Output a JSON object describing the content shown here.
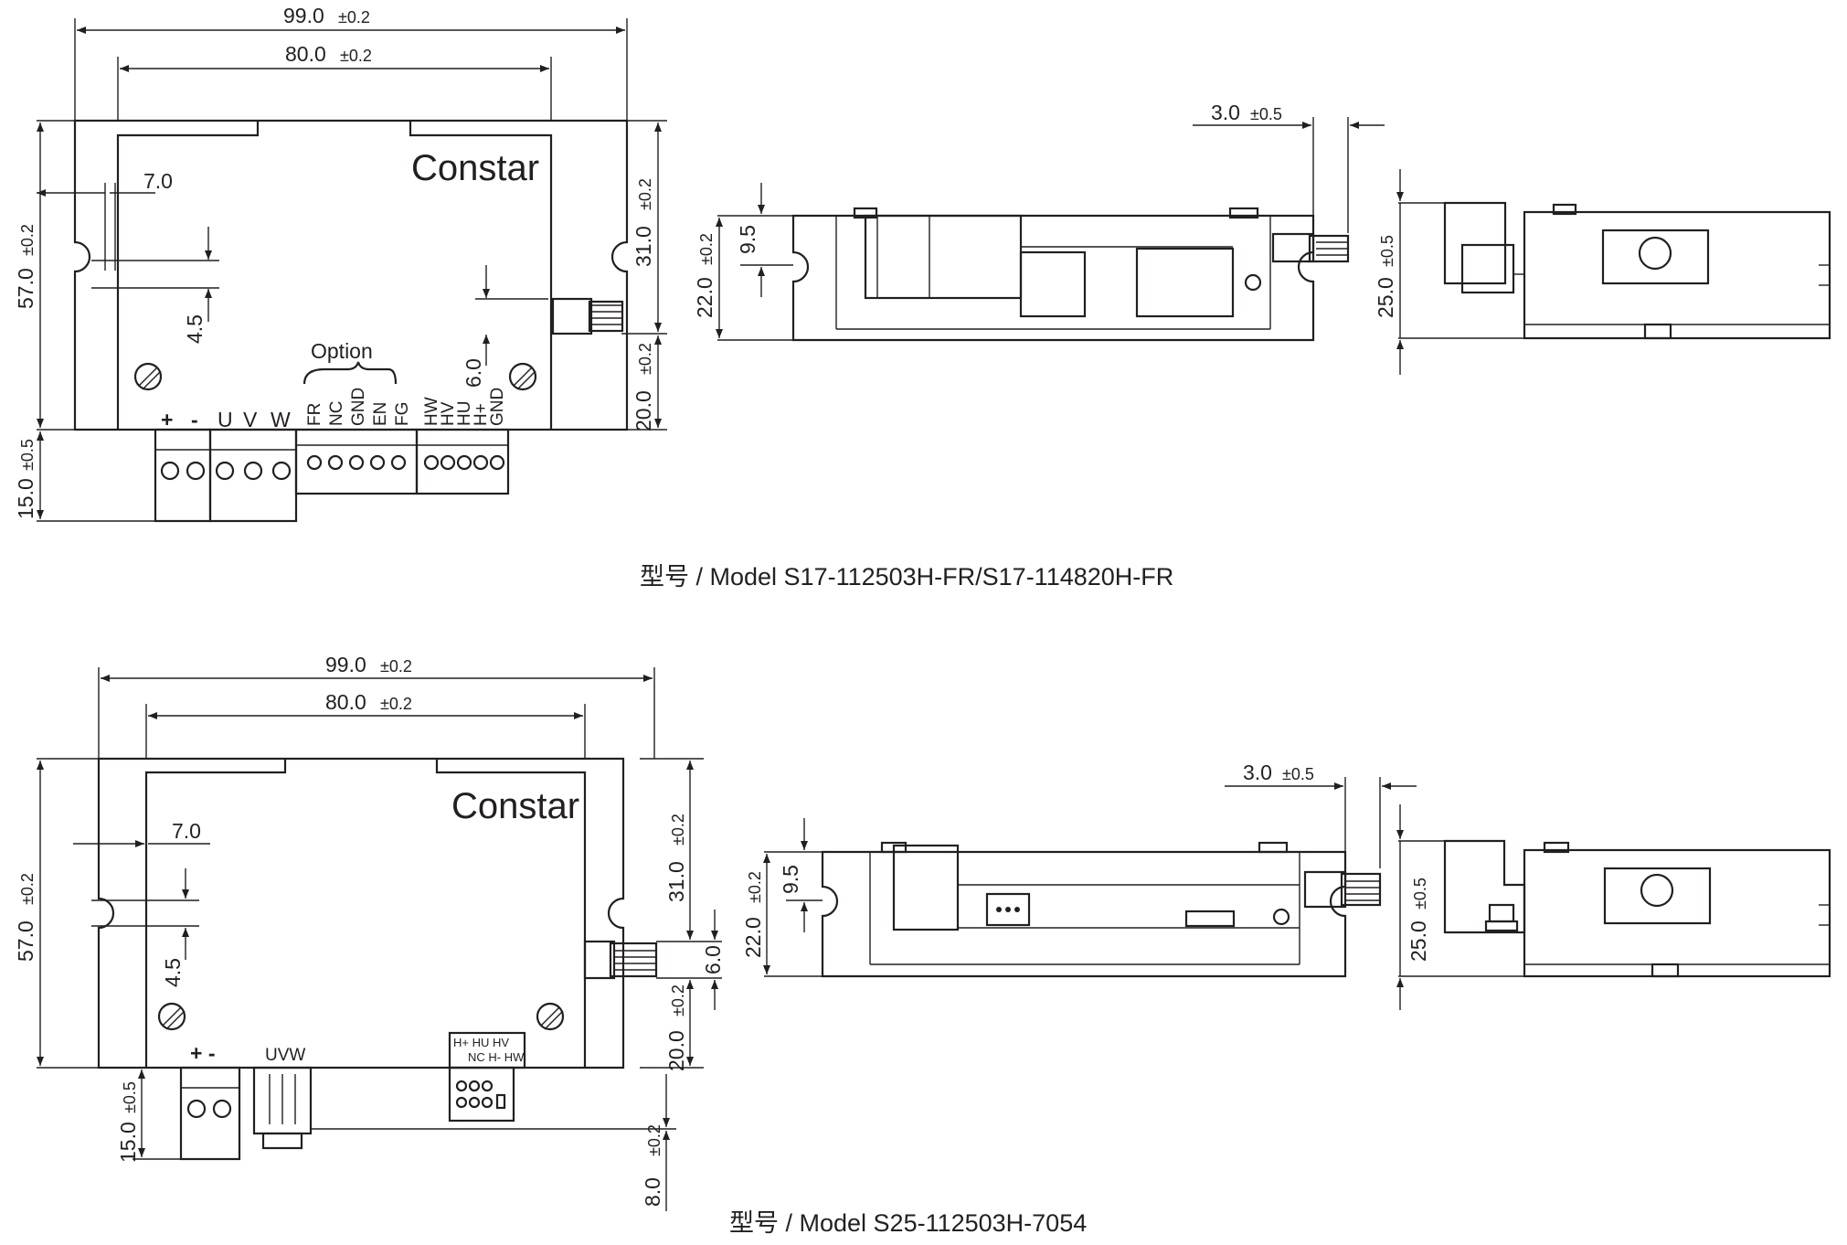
{
  "top": {
    "caption": "型号 / Model   S17-112503H-FR/S17-114820H-FR",
    "brand": "Constar",
    "dims": {
      "width_outer": "99.0",
      "width_inner": "80.0",
      "tol_small": "±0.2",
      "height": "57.0",
      "notch_x": "7.0",
      "notch_y": "4.5",
      "right_top": "31.0",
      "right_bottom": "20.0",
      "button": "6.0",
      "terminal": "15.0",
      "tol_large": "±0.5",
      "knob": "3.0",
      "side_h": "22.0",
      "side_step": "9.5",
      "end_h": "25.0"
    },
    "option_label": "Option",
    "power_pins": [
      "+",
      "-"
    ],
    "motor_pins": [
      "U",
      "V",
      "W"
    ],
    "option_pins": [
      "FR",
      "NC",
      "GND",
      "EN",
      "FG"
    ],
    "hall_pins": [
      "HW",
      "HV",
      "HU",
      "H+",
      "GND"
    ]
  },
  "bottom": {
    "caption": "型号 / Model   S25-112503H-7054",
    "brand": "Constar",
    "dims": {
      "width_outer": "99.0",
      "width_inner": "80.0",
      "tol_small": "±0.2",
      "height": "57.0",
      "notch_x": "7.0",
      "notch_y": "4.5",
      "right_top": "31.0",
      "right_bottom": "20.0",
      "button": "6.0",
      "terminal": "15.0",
      "tol_large": "±0.5",
      "connector": "8.0",
      "knob": "3.0",
      "side_h": "22.0",
      "side_step": "9.5",
      "end_h": "25.0"
    },
    "power_label": "+ -",
    "motor_label": "UVW",
    "hall_label_1": "H+ HU HV",
    "hall_label_2": "NC H- HW"
  }
}
